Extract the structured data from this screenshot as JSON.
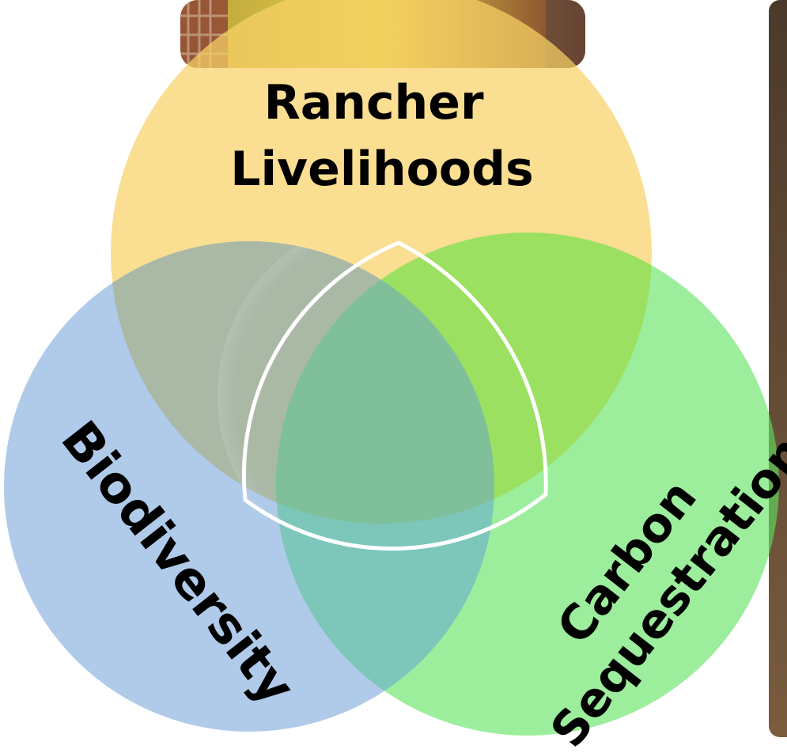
{
  "diagram": {
    "type": "venn",
    "circles": [
      {
        "id": "rancher",
        "label_lines": [
          "Rancher",
          "Livelihoods"
        ],
        "color": "#f8d166"
      },
      {
        "id": "biodiversity",
        "label_lines": [
          "Biodiversity"
        ],
        "color": "#7fa9dd"
      },
      {
        "id": "carbon",
        "label_lines": [
          "Carbon",
          "Sequestration"
        ],
        "color": "#5fe35f"
      }
    ],
    "overlap_colors": {
      "rancher_biodiversity": "#a9b9a6",
      "rancher_carbon": "#9ce061",
      "biodiversity_carbon": "#7cc6ba",
      "center": "#7fc09a"
    },
    "photo_colors": {
      "top_photo": [
        "#b9a23a",
        "#e6cf4a",
        "#7a3a2a"
      ],
      "right_photo": [
        "#4b3a2b",
        "#7a5c3e"
      ]
    }
  }
}
